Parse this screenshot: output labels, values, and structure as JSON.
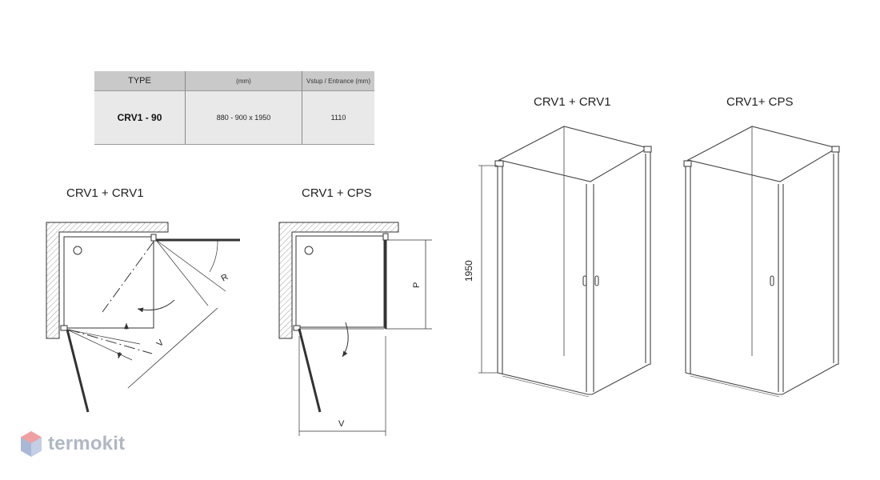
{
  "spec_table": {
    "headers": [
      "TYPE",
      "(mm)",
      "Vstup / Entrance (mm)"
    ],
    "row": [
      "CRV1 - 90",
      "880 - 900 x 1950",
      "1110"
    ]
  },
  "plans": {
    "left_title": "CRV1 + CRV1",
    "right_title": "CRV1 + CPS",
    "dim_R": "R",
    "dim_V": "V",
    "dim_P": "P",
    "dim_V2": "V"
  },
  "views": {
    "left_title": "CRV1 + CRV1",
    "right_title": "CRV1+ CPS",
    "height_dim": "1950"
  },
  "watermark": {
    "text": "termokit",
    "icon": "hexagon-logo-icon"
  },
  "colors": {
    "line": "#333333",
    "table_header": "#c9c9c9",
    "table_body": "#e9e9e9",
    "watermark": "#b0b8c4",
    "logo_red": "#f0a0a0",
    "logo_blue": "#aab8d8"
  }
}
